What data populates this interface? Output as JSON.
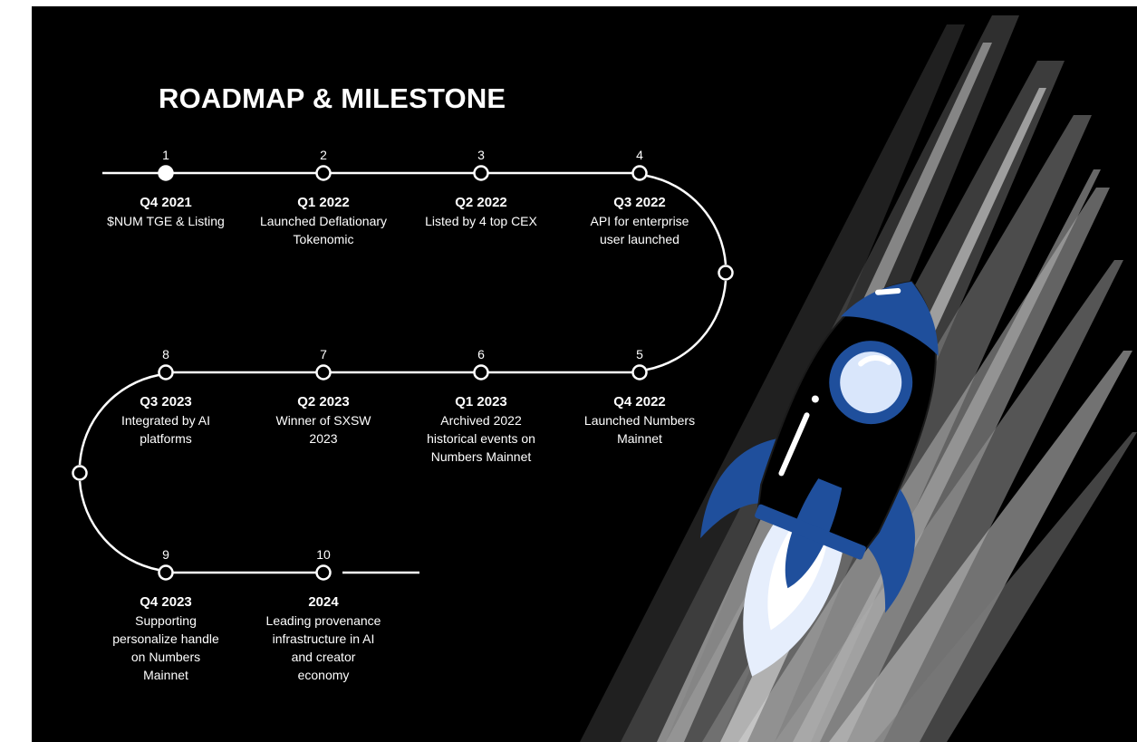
{
  "title": "ROADMAP & MILESTONE",
  "colors": {
    "background": "#000000",
    "line": "#ffffff",
    "rocket_blue": "#1f4f9c",
    "rocket_body": "#000000",
    "flame": "#e6eefc"
  },
  "milestones": [
    {
      "number": "1",
      "period": "Q4 2021",
      "lines": [
        "$NUM TGE & Listing"
      ],
      "completed": true
    },
    {
      "number": "2",
      "period": "Q1 2022",
      "lines": [
        "Launched Deflationary",
        "Tokenomic"
      ],
      "completed": false
    },
    {
      "number": "3",
      "period": "Q2 2022",
      "lines": [
        "Listed by 4 top CEX"
      ],
      "completed": false
    },
    {
      "number": "4",
      "period": "Q3 2022",
      "lines": [
        "API for enterprise",
        "user launched"
      ],
      "completed": false
    },
    {
      "number": "5",
      "period": "Q4 2022",
      "lines": [
        "Launched Numbers",
        "Mainnet"
      ],
      "completed": false
    },
    {
      "number": "6",
      "period": "Q1 2023",
      "lines": [
        "Archived 2022",
        "historical events on",
        "Numbers Mainnet"
      ],
      "completed": false
    },
    {
      "number": "7",
      "period": "Q2 2023",
      "lines": [
        "Winner of SXSW",
        "2023"
      ],
      "completed": false
    },
    {
      "number": "8",
      "period": "Q3 2023",
      "lines": [
        "Integrated by AI",
        "platforms"
      ],
      "completed": false
    },
    {
      "number": "9",
      "period": "Q4 2023",
      "lines": [
        "Supporting",
        "personalize handle",
        "on Numbers",
        "Mainnet"
      ],
      "completed": false
    },
    {
      "number": "10",
      "period": "2024",
      "lines": [
        "Leading provenance",
        "infrastructure in AI",
        "and creator",
        "economy"
      ],
      "completed": false
    }
  ],
  "decor": {
    "rocket_icon": "rocket-icon",
    "streaks": "speed-streaks"
  }
}
